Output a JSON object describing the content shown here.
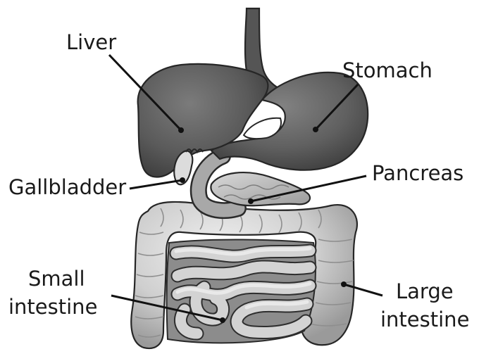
{
  "diagram": {
    "labels": {
      "liver": "Liver",
      "stomach": "Stomach",
      "gallbladder": "Gallbladder",
      "pancreas": "Pancreas",
      "small_intestine_1": "Small",
      "small_intestine_2": "intestine",
      "large_intestine_1": "Large",
      "large_intestine_2": "intestine"
    }
  }
}
